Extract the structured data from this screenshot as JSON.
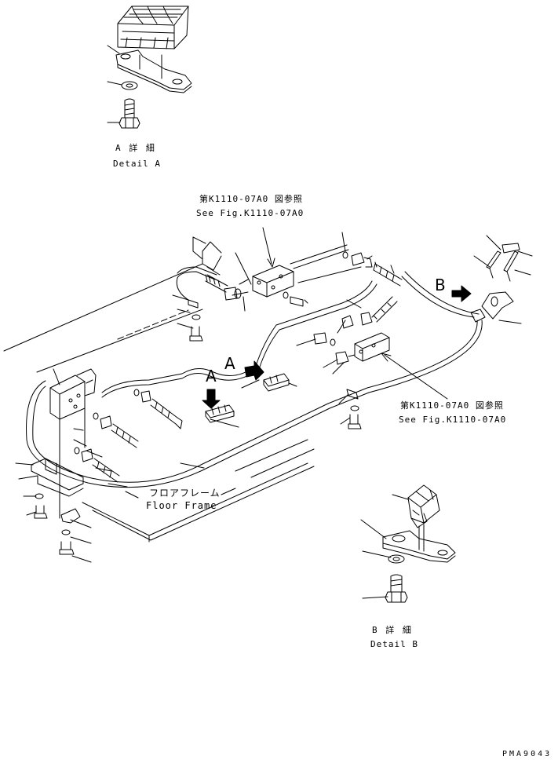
{
  "labels": {
    "detail_a_jp": "A 詳 細",
    "detail_a_en": "Detail A",
    "ref_top_jp": "第K1110-07A0 図参照",
    "ref_top_en": "See Fig.K1110-07A0",
    "ref_right_jp": "第K1110-07A0 図参照",
    "ref_right_en": "See Fig.K1110-07A0",
    "marker_a1": "A",
    "marker_a2": "A",
    "marker_b": "B",
    "floor_jp": "フロアフレーム",
    "floor_en": "Floor Frame",
    "detail_b_jp": "B 詳 細",
    "detail_b_en": "Detail B",
    "drawing_code": "PMA9043"
  },
  "colors": {
    "ink": "#000000",
    "paper": "#ffffff"
  }
}
